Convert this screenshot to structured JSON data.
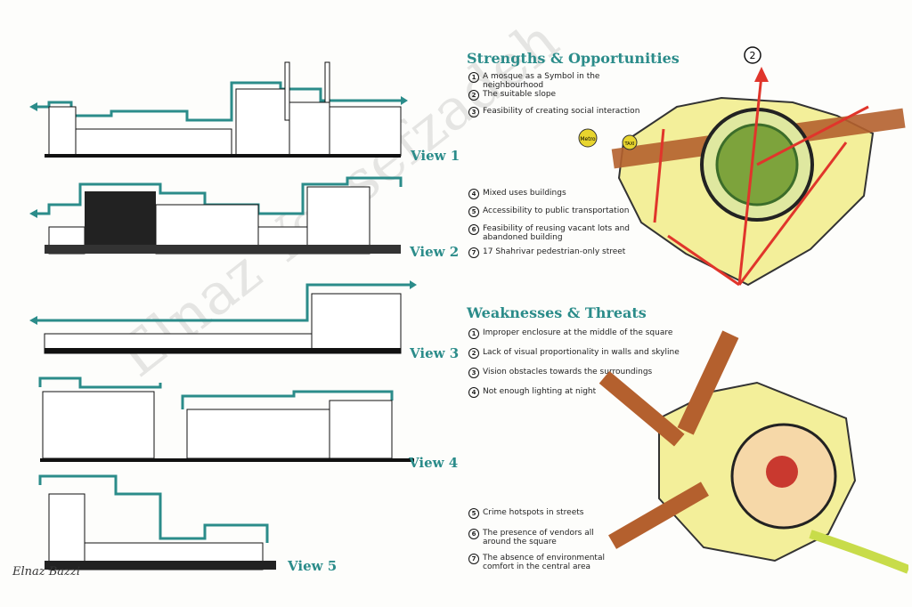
{
  "views": [
    {
      "label": "View 1"
    },
    {
      "label": "View 2"
    },
    {
      "label": "View 3"
    },
    {
      "label": "View 4"
    },
    {
      "label": "View 5"
    }
  ],
  "strengths": {
    "title": "Strengths & Opportunities",
    "items": [
      {
        "num": "1",
        "text": "A mosque as a Symbol in the neighbourhood"
      },
      {
        "num": "2",
        "text": "The suitable slope"
      },
      {
        "num": "3",
        "text": "Feasibility of creating social interaction"
      },
      {
        "num": "4",
        "text": "Mixed uses buildings"
      },
      {
        "num": "5",
        "text": "Accessibility to  public transportation"
      },
      {
        "num": "6",
        "text": "Feasibility of reusing vacant lots and abandoned building"
      },
      {
        "num": "7",
        "text": "17 Shahrivar pedestrian-only street"
      }
    ]
  },
  "weaknesses": {
    "title": "Weaknesses & Threats",
    "items": [
      {
        "num": "1",
        "text": "Improper enclosure at the middle of the square"
      },
      {
        "num": "2",
        "text": "Lack of visual proportionality in walls and skyline"
      },
      {
        "num": "3",
        "text": "Vision obstacles towards the surroundings"
      },
      {
        "num": "4",
        "text": "Not enough lighting at night"
      },
      {
        "num": "5",
        "text": "Crime hotspots in streets"
      },
      {
        "num": "6",
        "text": "The presence of vendors all around the square"
      },
      {
        "num": "7",
        "text": "The absence of environmental comfort in the central area"
      }
    ]
  },
  "plan_labels": {
    "metro": "Metro",
    "taxi": "TAXI"
  },
  "watermark": "Elnaz Yousefzadeh",
  "signature": "Elnaz Bazzi",
  "colors": {
    "accent": "#2b8c8a",
    "arrow": "#e0352b",
    "plaza": "#f3ef9a"
  }
}
